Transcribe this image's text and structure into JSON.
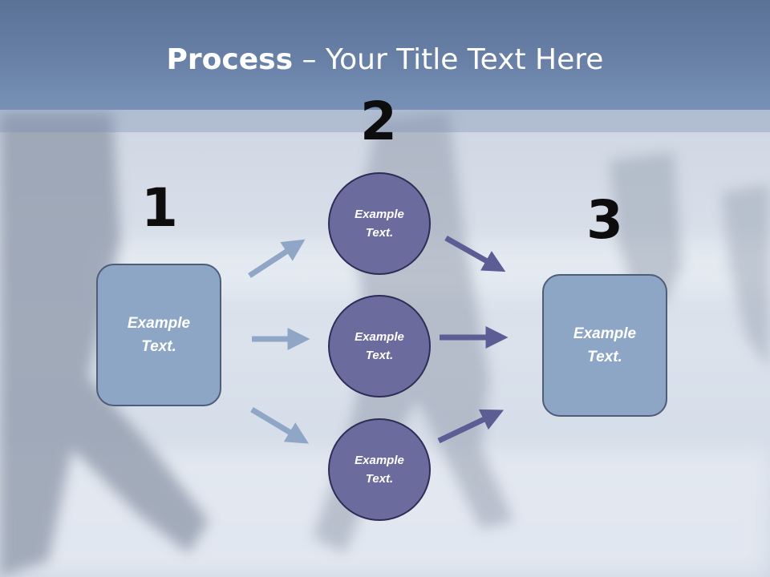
{
  "title": {
    "bold": "Process",
    "rest": " – Your Title Text Here"
  },
  "steps": [
    {
      "number": "1",
      "text_line1": "Example",
      "text_line2": "Text."
    },
    {
      "number": "2"
    },
    {
      "number": "3",
      "text_line1": "Example",
      "text_line2": "Text."
    }
  ],
  "circles": [
    {
      "line1": "Example",
      "line2": "Text."
    },
    {
      "line1": "Example",
      "line2": "Text."
    },
    {
      "line1": "Example",
      "line2": "Text."
    }
  ],
  "colors": {
    "title_bar": "#6a82a8",
    "box_fill": "#8ea6c6",
    "circle_fill": "#6b6b9e",
    "arrow_light": "#8fa6c6",
    "arrow_dark": "#5d5d95"
  }
}
